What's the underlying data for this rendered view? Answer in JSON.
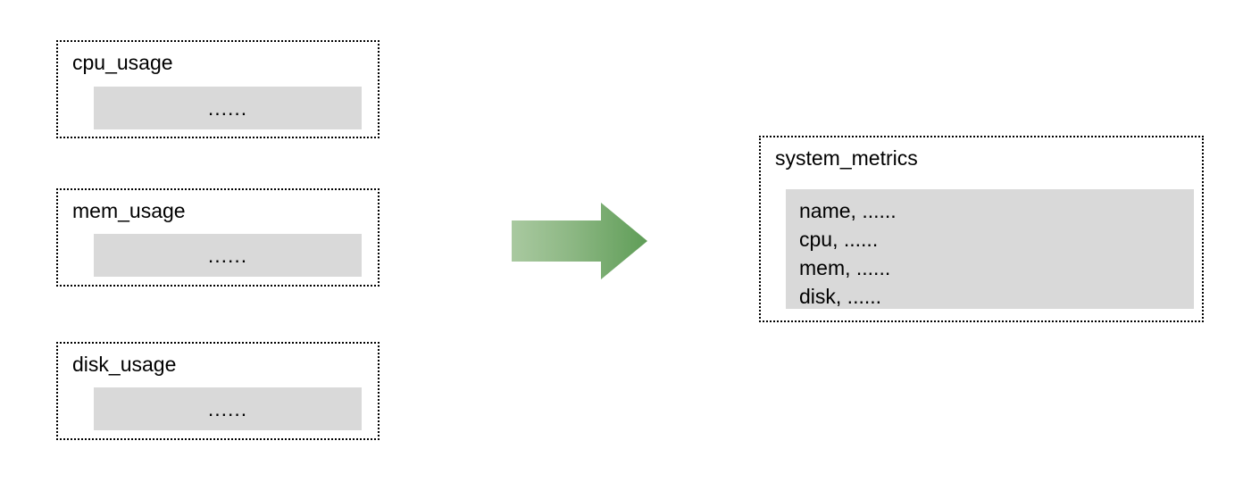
{
  "diagram": {
    "type": "flow",
    "title": "",
    "direction": "left-to-right",
    "sources": [
      {
        "id": "cpu_usage",
        "title": "cpu_usage",
        "payload_dots": "......"
      },
      {
        "id": "mem_usage",
        "title": "mem_usage",
        "payload_dots": "......"
      },
      {
        "id": "disk_usage",
        "title": "disk_usage",
        "payload_dots": "......"
      }
    ],
    "connector": {
      "kind": "arrow-right",
      "label": "",
      "gradient_from": "#a9c9a0",
      "gradient_to": "#5f9d57"
    },
    "target": {
      "id": "system_metrics",
      "title": "system_metrics",
      "payload_lines": [
        "name, ......",
        "cpu, ......",
        "mem, ......",
        "disk, ......"
      ]
    },
    "colors": {
      "background": "#ffffff",
      "box_border": "#000000",
      "payload_fill": "#d9d9d9",
      "text": "#000000"
    }
  }
}
